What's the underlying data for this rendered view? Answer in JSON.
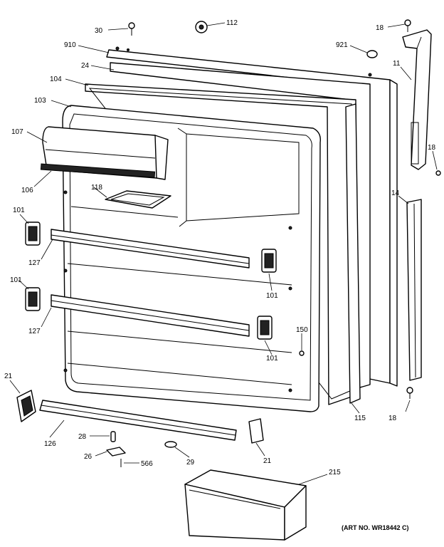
{
  "art_number": "(ART NO. WR18442 C)",
  "callouts": [
    {
      "id": "30"
    },
    {
      "id": "112"
    },
    {
      "id": "18"
    },
    {
      "id": "910"
    },
    {
      "id": "921"
    },
    {
      "id": "11"
    },
    {
      "id": "24"
    },
    {
      "id": "104"
    },
    {
      "id": "103"
    },
    {
      "id": "107"
    },
    {
      "id": "106"
    },
    {
      "id": "118"
    },
    {
      "id": "101"
    },
    {
      "id": "127"
    },
    {
      "id": "150"
    },
    {
      "id": "14"
    },
    {
      "id": "21"
    },
    {
      "id": "126"
    },
    {
      "id": "28"
    },
    {
      "id": "26"
    },
    {
      "id": "566"
    },
    {
      "id": "29"
    },
    {
      "id": "115"
    },
    {
      "id": "215"
    }
  ]
}
